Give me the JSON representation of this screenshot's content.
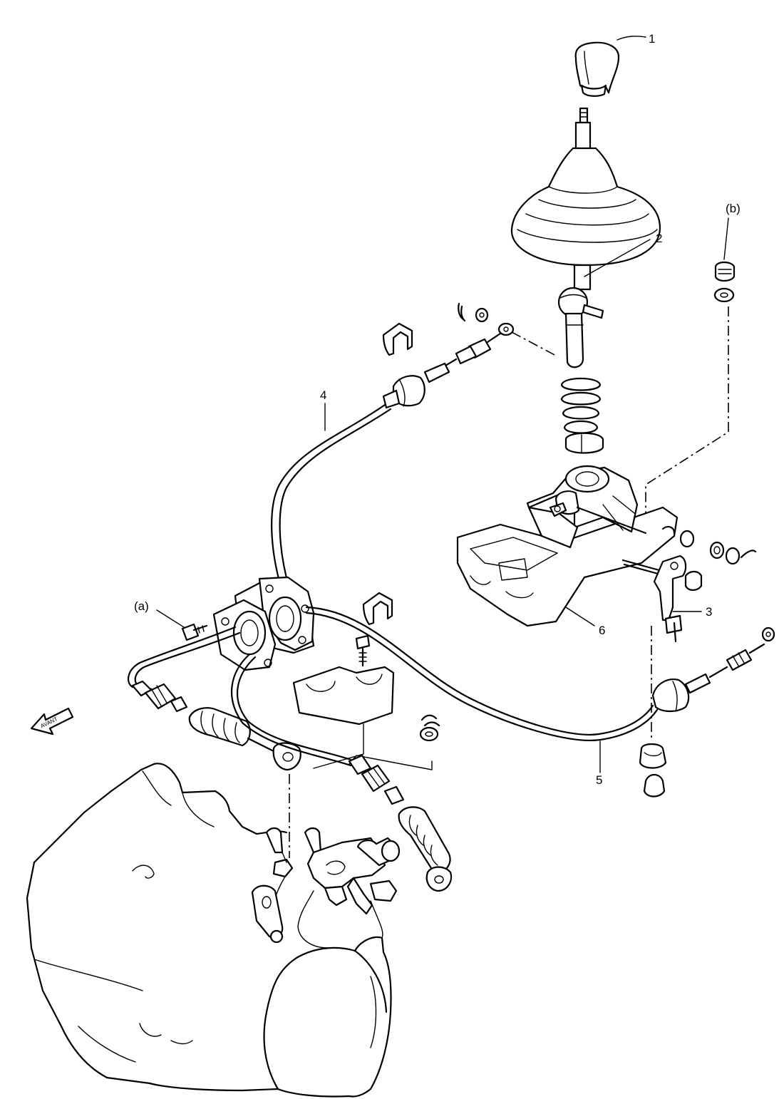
{
  "callouts": {
    "p1": "1",
    "p2": "2",
    "p3": "3",
    "p4": "4",
    "p5": "5",
    "p6": "6",
    "a": "(a)",
    "b": "(b)"
  },
  "front_arrow_label": "AVANT"
}
